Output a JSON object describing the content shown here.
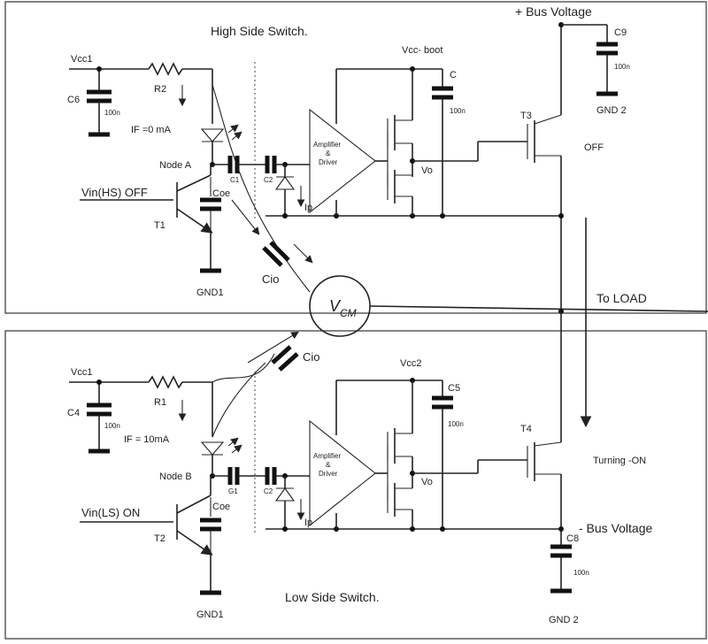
{
  "labels": {
    "high_title": "High Side Switch.",
    "low_title": "Low Side Switch.",
    "bus_plus": "+ Bus Voltage",
    "bus_minus": "- Bus Voltage",
    "to_load": "To LOAD",
    "vcm_main": "V",
    "vcm_sub": "CM",
    "vcc1_hs": "Vcc1",
    "vcc1_ls": "Vcc1",
    "vcc_boot": "Vcc- boot",
    "vcc2": "Vcc2",
    "r2": "R2",
    "r1": "R1",
    "c6": "C6",
    "c6_val": "100n",
    "c4": "C4",
    "c4_val": "100n",
    "c_hs": "C",
    "c_hs_val": "100n",
    "c5": "C5",
    "c5_val": "100n",
    "c9": "C9",
    "c9_val": "100n",
    "c8": "C8",
    "c8_val": "100n",
    "if_hs": "IF =0 mA",
    "if_ls": "IF = 10mA",
    "node_a": "Node A",
    "node_b": "Node B",
    "c1_hs": "C1",
    "c2_hs": "C2",
    "c1_ls": "G1",
    "c2_ls": "C2",
    "vin_hs": "Vin(HS)  OFF",
    "vin_ls": "Vin(LS)  ON",
    "coe_hs": "Coe",
    "coe_ls": "Coe",
    "t1": "T1",
    "t2": "T2",
    "t3": "T3",
    "t4": "T4",
    "gnd1_hs": "GND1",
    "gnd1_ls": "GND1",
    "gnd2_hs": "GND 2",
    "gnd2_ls": "GND 2",
    "cio_hs": "Cio",
    "cio_ls": "Cio",
    "ip_hs": "Ip",
    "ip_ls": "Ip",
    "vo_hs": "Vo",
    "vo_ls": "Vo",
    "amp_line1": "Amplifier",
    "amp_line2": "&",
    "amp_line3": "Driver",
    "t3_state": "OFF",
    "t4_state": "Turning -ON"
  }
}
